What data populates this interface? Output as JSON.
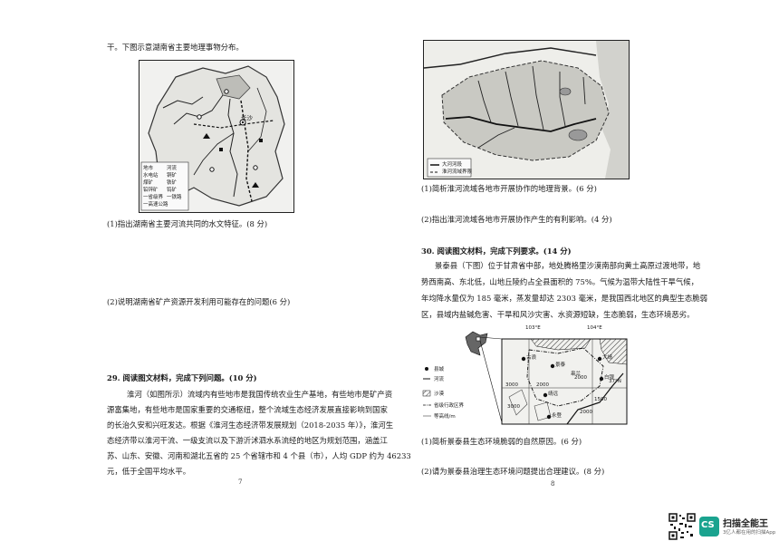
{
  "left_page": {
    "intro": "干。下图示意湖南省主要地理事物分布。",
    "hunan_map": {
      "city_label": "长沙",
      "legend": [
        "地市",
        "河流",
        "水电站",
        "铜矿",
        "煤矿",
        "铁矿",
        "铅锌矿",
        "钨矿",
        "一省级界",
        "一铁路",
        "一高速公路"
      ]
    },
    "q28_1": "(1)指出湖南省主要河流共同的水文特征。(8 分)",
    "q28_2": "(2)说明湖南省矿产资源开发利用可能存在的问题(6 分)",
    "q29_title": "29. 阅读图文材料，完成下列问题。(10 分)",
    "q29_body": [
      "淮河（如图所示）流域内有些地市是我国传统农业生产基地，有些地市是矿产资",
      "源富集地，有些地市是国家重要的交通枢纽，整个流域生态经济发展直接影响到国家",
      "的长治久安和兴旺发达。根据《淮河生态经济带发展规划（2018-2035 年）》，淮河生",
      "态经济带以淮河干流、一级支流以及下游沂沭泗水系流经的地区为规划范围，涵盖江",
      "苏、山东、安徽、河南和湖北五省的 25 个省辖市和 4 个县（市），人均 GDP 约为 46233",
      "元，低于全国平均水平。"
    ],
    "page_number": "7"
  },
  "right_page": {
    "huai_map": {
      "legend": [
        "大河河段",
        "淮河流域界限"
      ]
    },
    "q29_1": "(1)简析淮河流域各地市开展协作的地理背景。(6 分)",
    "q29_2": "(2)指出淮河流域各地市开展协作产生的有利影响。(4 分)",
    "q30_title": "30. 阅读图文材料，完成下列要求。(14 分)",
    "q30_body": [
      "景泰县（下图）位于甘肃省中部，地处腾格里沙漠南部向黄土高原过渡地带，地",
      "势西南高、东北低，山地丘陵约占全县面积的 75%。气候为温带大陆性干旱气候，",
      "年均降水量仅为 185 毫米，蒸发量却达 2303 毫米，是我国西北地区的典型生态脆弱",
      "区，县域内盐碱危害、干旱和风沙灾害、水资源短缺，生态脆弱，生态环境恶劣。"
    ],
    "jingtai_map": {
      "lon_left": "103°E",
      "lon_right": "104°E",
      "lat": "37°N",
      "legend": [
        "县城",
        "河流",
        "沙漠",
        "省级行政区界",
        "等高线/m"
      ],
      "places": [
        "古浪",
        "景泰",
        "大靖",
        "白银",
        "靖远",
        "永登",
        "皋兰"
      ],
      "contours": [
        "3000",
        "2000",
        "2000",
        "3000",
        "1500",
        "2000"
      ]
    },
    "q30_1": "(1)简析景泰县生态环境脆弱的自然原因。(6 分)",
    "q30_2": "(2)请为景泰县治理生态环境问题提出合理建议。(8 分)",
    "page_number": "8"
  },
  "watermark": {
    "logo_text": "CS",
    "title": "扫描全能王",
    "subtitle": "3亿人都在用的扫描App"
  }
}
